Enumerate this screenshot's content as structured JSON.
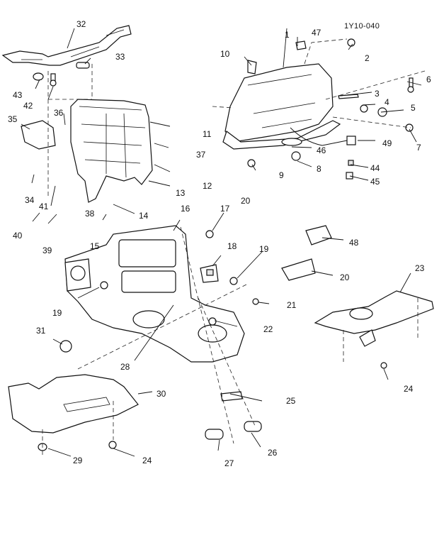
{
  "diagram": {
    "reference_code": "1Y10-040",
    "description": "Exploded parts diagram: instrument panel center console, glove box and floor console assembly",
    "callouts": [
      {
        "id": "c1",
        "label": "1"
      },
      {
        "id": "c2",
        "label": "2"
      },
      {
        "id": "c3",
        "label": "3"
      },
      {
        "id": "c4",
        "label": "4"
      },
      {
        "id": "c5",
        "label": "5"
      },
      {
        "id": "c6",
        "label": "6"
      },
      {
        "id": "c7",
        "label": "7"
      },
      {
        "id": "c8",
        "label": "8"
      },
      {
        "id": "c9",
        "label": "9"
      },
      {
        "id": "c10",
        "label": "10"
      },
      {
        "id": "c11",
        "label": "11"
      },
      {
        "id": "c12",
        "label": "12"
      },
      {
        "id": "c13",
        "label": "13"
      },
      {
        "id": "c14",
        "label": "14"
      },
      {
        "id": "c15",
        "label": "15"
      },
      {
        "id": "c16",
        "label": "16"
      },
      {
        "id": "c17",
        "label": "17"
      },
      {
        "id": "c18",
        "label": "18"
      },
      {
        "id": "c19a",
        "label": "19"
      },
      {
        "id": "c19b",
        "label": "19"
      },
      {
        "id": "c20a",
        "label": "20"
      },
      {
        "id": "c20b",
        "label": "20"
      },
      {
        "id": "c21",
        "label": "21"
      },
      {
        "id": "c22",
        "label": "22"
      },
      {
        "id": "c23",
        "label": "23"
      },
      {
        "id": "c24a",
        "label": "24"
      },
      {
        "id": "c24b",
        "label": "24"
      },
      {
        "id": "c25",
        "label": "25"
      },
      {
        "id": "c26",
        "label": "26"
      },
      {
        "id": "c27",
        "label": "27"
      },
      {
        "id": "c28",
        "label": "28"
      },
      {
        "id": "c29",
        "label": "29"
      },
      {
        "id": "c30",
        "label": "30"
      },
      {
        "id": "c31",
        "label": "31"
      },
      {
        "id": "c32",
        "label": "32"
      },
      {
        "id": "c33",
        "label": "33"
      },
      {
        "id": "c34",
        "label": "34"
      },
      {
        "id": "c35",
        "label": "35"
      },
      {
        "id": "c36",
        "label": "36"
      },
      {
        "id": "c37",
        "label": "37"
      },
      {
        "id": "c38",
        "label": "38"
      },
      {
        "id": "c39",
        "label": "39"
      },
      {
        "id": "c40",
        "label": "40"
      },
      {
        "id": "c41",
        "label": "41"
      },
      {
        "id": "c42",
        "label": "42"
      },
      {
        "id": "c43",
        "label": "43"
      },
      {
        "id": "c44",
        "label": "44"
      },
      {
        "id": "c45",
        "label": "45"
      },
      {
        "id": "c46",
        "label": "46"
      },
      {
        "id": "c47",
        "label": "47"
      },
      {
        "id": "c48",
        "label": "48"
      },
      {
        "id": "c49",
        "label": "49"
      }
    ]
  }
}
